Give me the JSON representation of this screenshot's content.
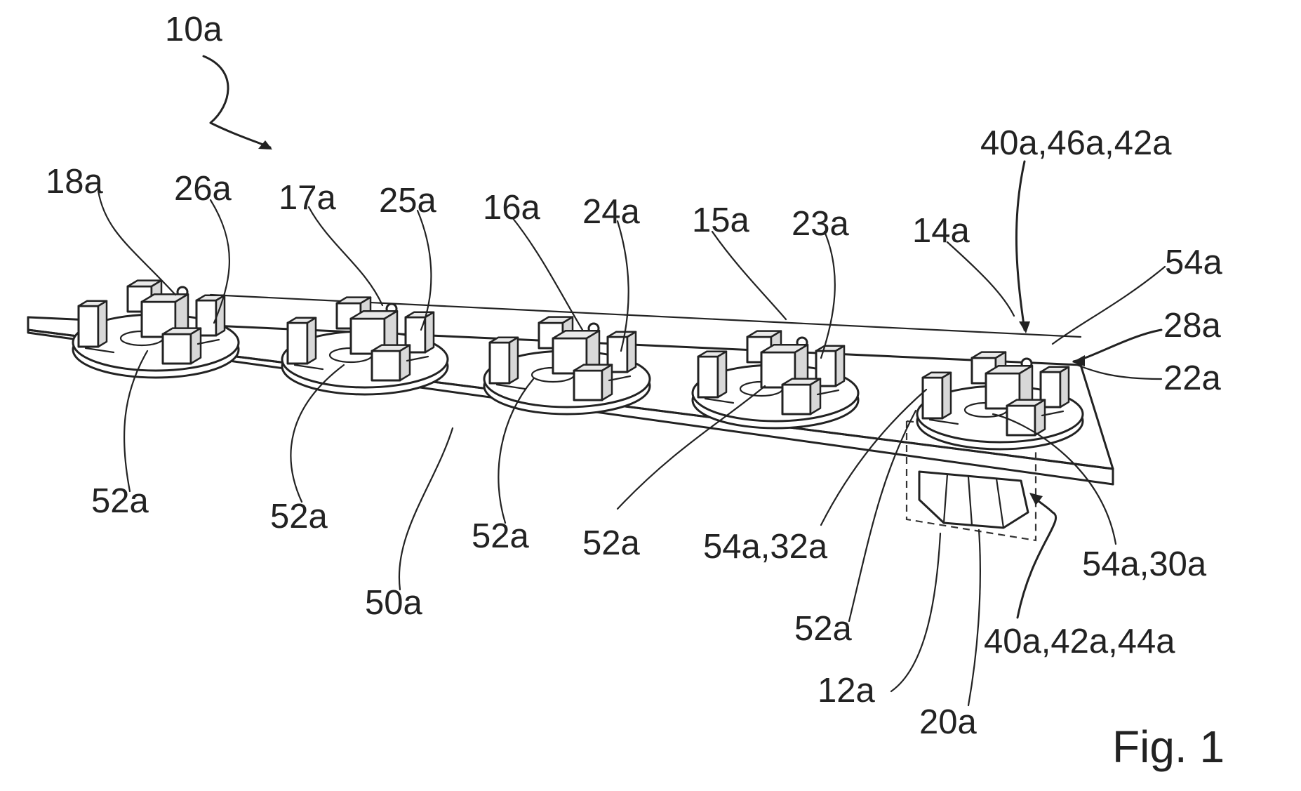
{
  "labels": {
    "l_10a": "10a",
    "l_40_46_42": "40a,46a,42a",
    "l_18a": "18a",
    "l_26a": "26a",
    "l_17a": "17a",
    "l_25a": "25a",
    "l_16a": "16a",
    "l_24a": "24a",
    "l_15a": "15a",
    "l_23a": "23a",
    "l_14a": "14a",
    "l_54a_top": "54a",
    "l_28a": "28a",
    "l_22a": "22a",
    "l_52a_1": "52a",
    "l_52a_2": "52a",
    "l_52a_3": "52a",
    "l_52a_4": "52a",
    "l_54a_32a": "54a,32a",
    "l_54a_30a": "54a,30a",
    "l_50a": "50a",
    "l_52a_5": "52a",
    "l_40_42_44": "40a,42a,44a",
    "l_12a": "12a",
    "l_20a": "20a",
    "fig": "Fig. 1"
  }
}
